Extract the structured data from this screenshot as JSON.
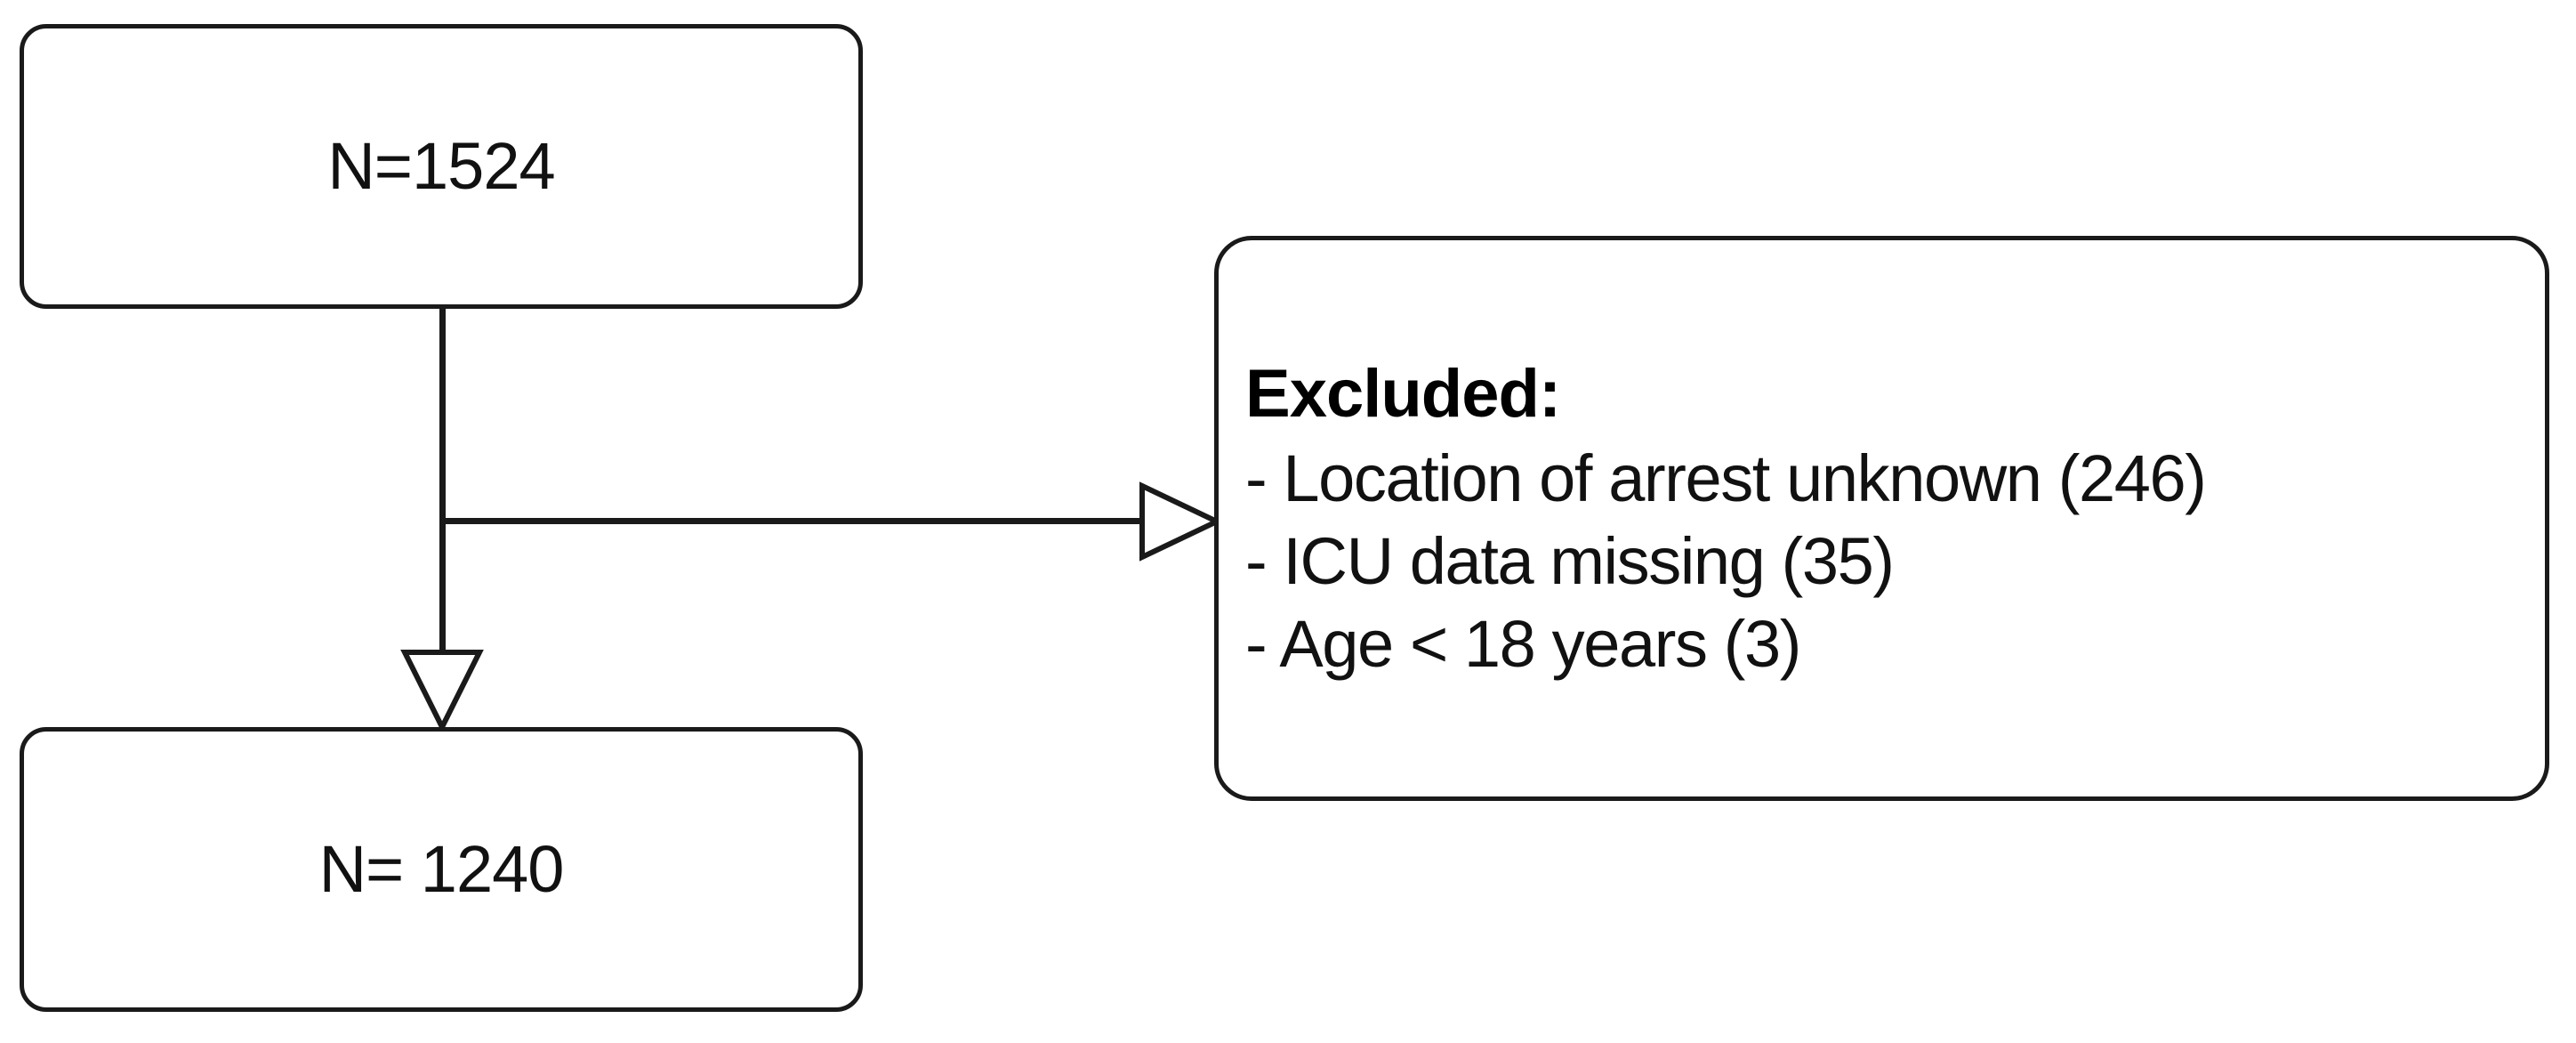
{
  "diagram": {
    "type": "flowchart",
    "title": "Patient selection flow diagram",
    "orientation": "top-to-bottom with side exclusion branch",
    "stroke_color": "#1a1a1a",
    "background_color": "#ffffff",
    "text_color": "#111111"
  },
  "nodes": {
    "enrolled": {
      "label": "N=1524",
      "shape": "rounded-rectangle"
    },
    "analyzed": {
      "label": "N= 1240",
      "shape": "rounded-rectangle"
    },
    "excluded": {
      "heading": "Excluded:",
      "shape": "rounded-rectangle",
      "items": [
        "- Location of arrest unknown (246)",
        "- ICU data missing (35)",
        "- Age < 18 years (3)"
      ]
    }
  },
  "edges": [
    {
      "from": "enrolled",
      "to": "excluded",
      "arrowhead": "open-triangle-right"
    },
    {
      "from": "enrolled",
      "to": "analyzed",
      "arrowhead": "open-triangle-down"
    }
  ]
}
